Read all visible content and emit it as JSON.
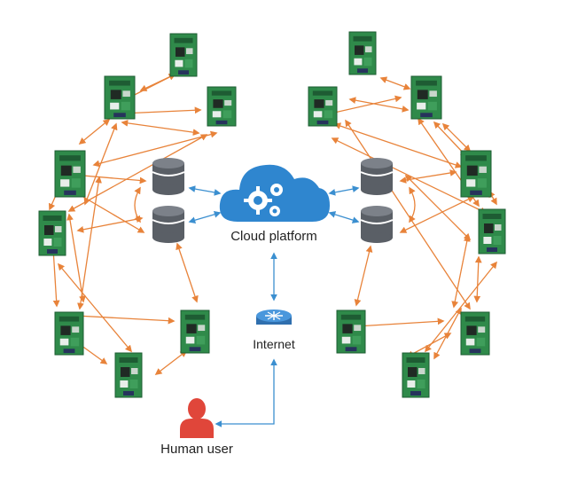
{
  "diagram": {
    "cloud_label": "Cloud platform",
    "internet_label": "Internet",
    "user_label": "Human user"
  },
  "colors": {
    "board_green": "#2f8a4a",
    "board_dark": "#1e5c33",
    "orange_link": "#e8833a",
    "blue_link": "#3b8fd0",
    "cloud_blue": "#2f86cf",
    "db_gray": "#5a5f66",
    "user_red": "#e0463a"
  },
  "icons": [
    "circuit-board-icon",
    "database-icon",
    "cloud-gear-icon",
    "router-icon",
    "user-icon"
  ]
}
